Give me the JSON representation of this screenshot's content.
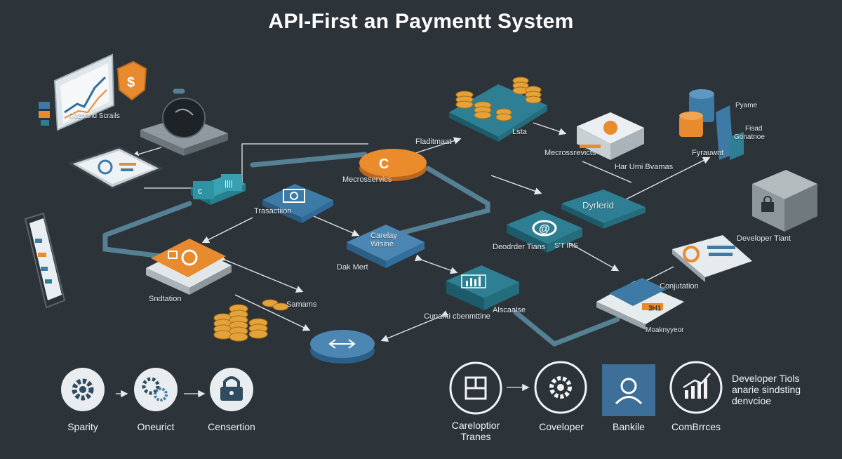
{
  "title": "API-First an Paymentt System",
  "diagram": {
    "labels": {
      "tl_dashboard": "Cozpand Scrails",
      "micro_center": "Mecrosservics",
      "transaction": "Trasactiion",
      "gateway_line1": "Carelay",
      "gateway_line2": "Wisine",
      "gateway_sub": "Dak Mert",
      "top_coins_left": "Fladitmaat",
      "top_coins_right": "Lsta",
      "server_top": "Mecrossrevicts",
      "server_right": "Har Umi Bvamas",
      "db_stack": "Fyrauwnt",
      "db_side1": "Pyame",
      "db_side2a": "Fisad",
      "db_side2b": "Gonatnoe",
      "backend_tile": "Dyrlerid",
      "dev_tiant": "Developer Tiant",
      "dev_card_left": "Deodrder Tians",
      "dev_card_tag": "S'T IRS",
      "config_card": "Conjutation",
      "sdk_box": "Sndtation",
      "coins_small": "Samams",
      "central_tile": "Cunanti cbenmttine",
      "central_tile_right": "Alscaalse",
      "mainkey": "Moaknyyeor",
      "mainkey_tag": "3H1"
    },
    "bottom_left": [
      {
        "label": "Sparity",
        "icon": "gear-icon"
      },
      {
        "label": "Oneurict",
        "icon": "gear-cluster-icon"
      },
      {
        "label": "Censertion",
        "icon": "lock-icon"
      }
    ],
    "bottom_right": [
      {
        "label_line1": "Careloptior",
        "label_line2": "Tranes",
        "icon": "layout-icon"
      },
      {
        "label": "Coveloper",
        "icon": "gear-icon"
      },
      {
        "label": "Bankile",
        "icon": "user-icon"
      },
      {
        "label": "ComBrrces",
        "icon": "chart-up-icon"
      }
    ],
    "dev_tools": {
      "line1": "Developer Tiols",
      "line2": "anarie sindsting",
      "line3": "denvcioe"
    }
  },
  "colors": {
    "background": "#2c3339",
    "teal": "#2e7f93",
    "blue": "#3d7aa6",
    "orange": "#e88a2e",
    "coin": "#e4a23a",
    "arrow": "#5a8ea8"
  }
}
